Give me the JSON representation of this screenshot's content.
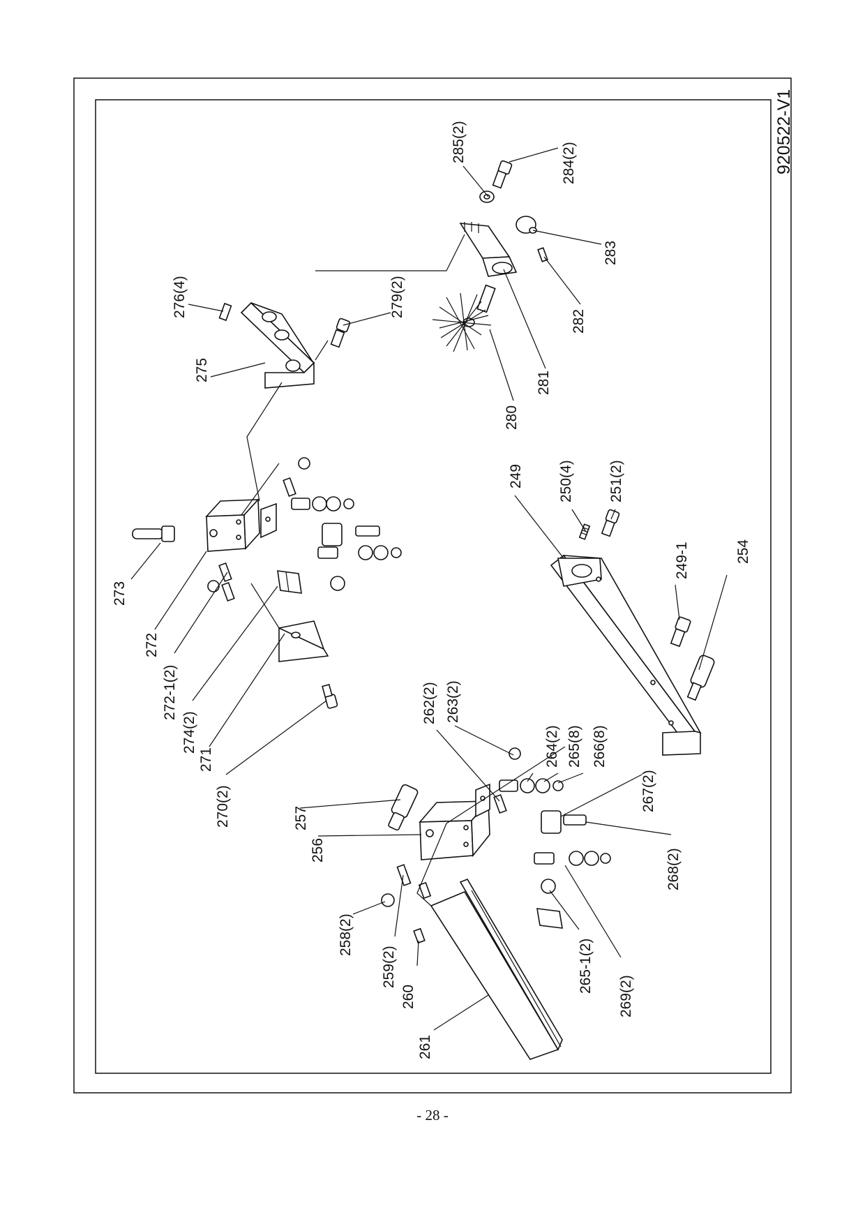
{
  "drawing_number": "920522-V1",
  "page_number": "- 28 -",
  "part_labels": {
    "p249": "249",
    "p249_1": "249-1",
    "p250": "250(4)",
    "p251": "251(2)",
    "p254": "254",
    "p256": "256",
    "p257": "257",
    "p258": "258(2)",
    "p259": "259(2)",
    "p260": "260",
    "p261": "261",
    "p262": "262(2)",
    "p263": "263(2)",
    "p264": "264(2)",
    "p265": "265(8)",
    "p265_1": "265-1(2)",
    "p266": "266(8)",
    "p267": "267(2)",
    "p268": "268(2)",
    "p269": "269(2)",
    "p270": "270(2)",
    "p271": "271",
    "p272": "272",
    "p272_1": "272-1(2)",
    "p273": "273",
    "p274": "274(2)",
    "p275": "275",
    "p276": "276(4)",
    "p279": "279(2)",
    "p280": "280",
    "p281": "281",
    "p282": "282",
    "p283": "283",
    "p284": "284(2)",
    "p285": "285(2)"
  }
}
